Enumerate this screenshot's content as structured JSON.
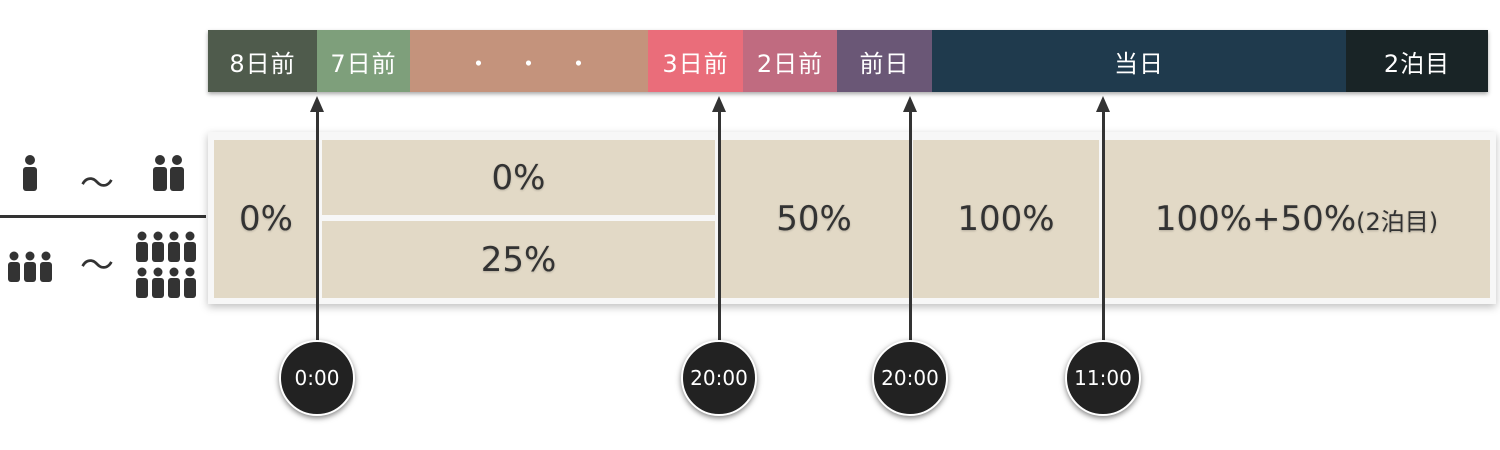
{
  "colors": {
    "cell_bg": "#e2d9c6",
    "arrow": "#333333",
    "clock_bg": "#222222"
  },
  "timeline": [
    {
      "label": "8日前",
      "color": "#4f5b4c"
    },
    {
      "label": "7日前",
      "color": "#7e9f7b"
    },
    {
      "label": "・　・　・",
      "color": "#c4937c"
    },
    {
      "label": "3日前",
      "color": "#ea6d7a"
    },
    {
      "label": "2日前",
      "color": "#c06b80"
    },
    {
      "label": "前日",
      "color": "#6a5776"
    },
    {
      "label": "当日",
      "color": "#1f3a4d"
    },
    {
      "label": "2泊目",
      "color": "#192426"
    }
  ],
  "rates": {
    "col1": "0%",
    "col2_top": "0%",
    "col2_bottom": "25%",
    "col3": "50%",
    "col4": "100%",
    "col5_main": "100%+50%",
    "col5_suffix": "(2泊目)"
  },
  "groups": {
    "tilde": "〜",
    "row1": {
      "from_count": 1,
      "to_count": 2
    },
    "row2": {
      "from_count": 3,
      "to_count": 8
    }
  },
  "deadlines": [
    "0:00",
    "20:00",
    "20:00",
    "11:00"
  ]
}
